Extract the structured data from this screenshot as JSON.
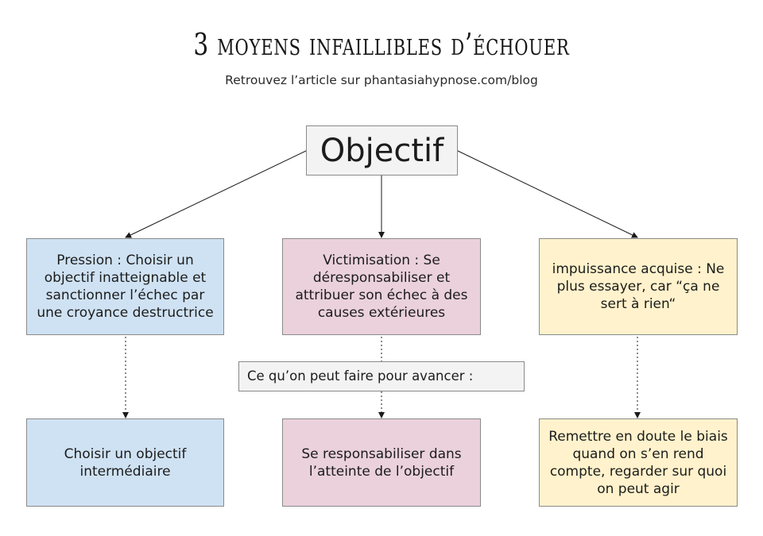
{
  "header": {
    "title": "3 moyens infaillibles d’échouer",
    "subtitle": "Retrouvez l’article sur phantasiahypnose.com/blog"
  },
  "root": {
    "label": "Objectif"
  },
  "problems": [
    {
      "text": "Pression : Choisir un objectif inatteignable et sanctionner l’échec par une croyance destructrice",
      "color": "#cfe2f3"
    },
    {
      "text": "Victimisation : Se déresponsabiliser et attribuer son échec à des causes extérieures",
      "color": "#ead1dc"
    },
    {
      "text": "impuissance acquise : Ne plus essayer, car “ça ne sert à rien“",
      "color": "#fff2cc"
    }
  ],
  "bridge": {
    "label": "Ce qu’on peut faire pour avancer :"
  },
  "solutions": [
    {
      "text": "Choisir un objectif intermédiaire",
      "color": "#cfe2f3"
    },
    {
      "text": "Se responsabiliser dans l’atteinte de l’objectif",
      "color": "#ead1dc"
    },
    {
      "text": "Remettre en doute le biais quand on s’en rend compte, regarder sur quoi on peut agir",
      "color": "#fff2cc"
    }
  ]
}
